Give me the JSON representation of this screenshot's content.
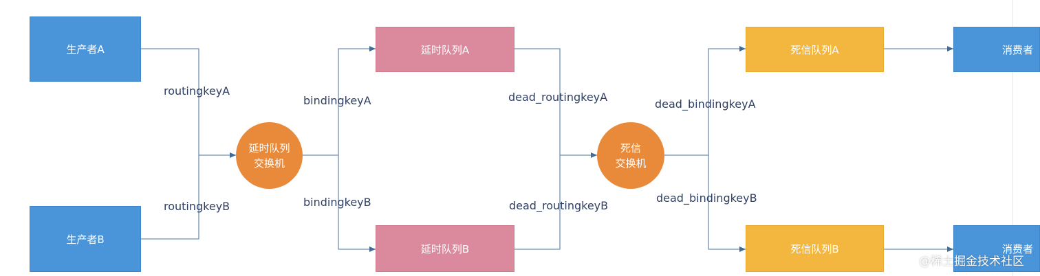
{
  "nodes": {
    "producer_a": "生产者A",
    "producer_b": "生产者B",
    "delay_exchange_line1": "延时队列",
    "delay_exchange_line2": "交换机",
    "delay_queue_a": "延时队列A",
    "delay_queue_b": "延时队列B",
    "dead_exchange_line1": "死信",
    "dead_exchange_line2": "交换机",
    "dead_queue_a": "死信队列A",
    "dead_queue_b": "死信队列B",
    "consumer_a": "消费者",
    "consumer_b": "消费者"
  },
  "edge_labels": {
    "routingkey_a": "routingkeyA",
    "routingkey_b": "routingkeyB",
    "bindingkey_a": "bindingkeyA",
    "bindingkey_b": "bindingkeyB",
    "dead_routingkey_a": "dead_routingkeyA",
    "dead_routingkey_b": "dead_routingkeyB",
    "dead_bindingkey_a": "dead_bindingkeyA",
    "dead_bindingkey_b": "dead_bindingkeyB"
  },
  "watermark": "@稀土掘金技术社区",
  "colors": {
    "producer": "#4a95d9",
    "delay_queue": "#da8a9c",
    "exchange": "#e9893a",
    "dead_queue": "#f3b63e",
    "edge": "#5b7ea3"
  }
}
